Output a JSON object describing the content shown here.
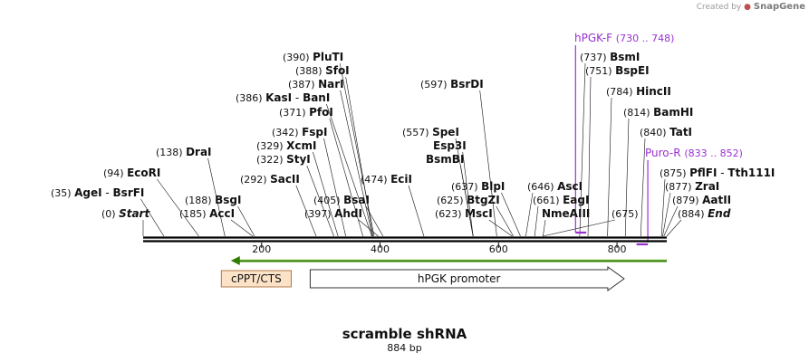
{
  "credit": {
    "prefix": "Created by",
    "brand": "SnapGene"
  },
  "map": {
    "title": "scramble shRNA",
    "length_label": "884 bp",
    "total_bp": 884,
    "ticks": [
      {
        "bp": 200,
        "label": "200"
      },
      {
        "bp": 400,
        "label": "400"
      },
      {
        "bp": 600,
        "label": "600"
      },
      {
        "bp": 800,
        "label": "800"
      }
    ]
  },
  "colors": {
    "backbone": "#000000",
    "primer": "#9b30d0",
    "arrow_green": "#2e7d00",
    "arrow_green_light": "#b8e08a",
    "cppt_fill": "#fce3c8",
    "cppt_border": "#b07848"
  },
  "sites": [
    {
      "pos": "(0)",
      "name": "Start",
      "italic": true,
      "bp": 0
    },
    {
      "pos": "(35)",
      "name": "AgeI",
      "name2": "BsrFI",
      "bp": 35
    },
    {
      "pos": "(94)",
      "name": "EcoRI",
      "bp": 94
    },
    {
      "pos": "(138)",
      "name": "DraI",
      "bp": 138
    },
    {
      "pos": "(185)",
      "name": "AccI",
      "bp": 185
    },
    {
      "pos": "(188)",
      "name": "BsgI",
      "bp": 188
    },
    {
      "pos": "(292)",
      "name": "SacII",
      "bp": 292
    },
    {
      "pos": "(322)",
      "name": "StyI",
      "bp": 322
    },
    {
      "pos": "(329)",
      "name": "XcmI",
      "bp": 329
    },
    {
      "pos": "(342)",
      "name": "FspI",
      "bp": 342
    },
    {
      "pos": "(371)",
      "name": "PfoI",
      "bp": 371
    },
    {
      "pos": "(386)",
      "name": "KasI",
      "name2": "BanI",
      "bp": 386
    },
    {
      "pos": "(387)",
      "name": "NarI",
      "bp": 387
    },
    {
      "pos": "(388)",
      "name": "SfoI",
      "bp": 388
    },
    {
      "pos": "(390)",
      "name": "PluTI",
      "bp": 390
    },
    {
      "pos": "(397)",
      "name": "AhdI",
      "bp": 397
    },
    {
      "pos": "(405)",
      "name": "BsaI",
      "bp": 405
    },
    {
      "pos": "(474)",
      "name": "EciI",
      "bp": 474
    },
    {
      "pos": "(557)",
      "name": "SpeI",
      "bp": 557
    },
    {
      "pos": "",
      "name": "Esp3I",
      "bp": 557
    },
    {
      "pos": "",
      "name": "BsmBI",
      "bp": 557
    },
    {
      "pos": "(597)",
      "name": "BsrDI",
      "bp": 597
    },
    {
      "pos": "(623)",
      "name": "MscI",
      "bp": 623
    },
    {
      "pos": "(625)",
      "name": "BtgZI",
      "bp": 625
    },
    {
      "pos": "(637)",
      "name": "BlpI",
      "bp": 637
    },
    {
      "pos": "(646)",
      "name": "AscI",
      "bp": 646
    },
    {
      "pos": "(661)",
      "name": "EagI",
      "bp": 661
    },
    {
      "pos": "",
      "name": "NmeAIII",
      "bp": 675
    },
    {
      "pos": "(675)",
      "name": "",
      "bp": 675
    },
    {
      "pos": "(737)",
      "name": "BsmI",
      "bp": 737
    },
    {
      "pos": "(751)",
      "name": "BspEI",
      "bp": 751
    },
    {
      "pos": "(784)",
      "name": "HincII",
      "bp": 784
    },
    {
      "pos": "(814)",
      "name": "BamHI",
      "bp": 814
    },
    {
      "pos": "(840)",
      "name": "TatI",
      "bp": 840
    },
    {
      "pos": "(875)",
      "name": "PflFI",
      "name2": "Tth111I",
      "bp": 875
    },
    {
      "pos": "(877)",
      "name": "ZraI",
      "bp": 877
    },
    {
      "pos": "(879)",
      "name": "AatII",
      "bp": 879
    },
    {
      "pos": "(884)",
      "name": "End",
      "italic": true,
      "bp": 884
    }
  ],
  "primers": [
    {
      "name": "hPGK-F",
      "range": "(730 .. 748)",
      "start": 730,
      "end": 748,
      "strand": "forward"
    },
    {
      "name": "Puro-R",
      "range": "(833 .. 852)",
      "start": 833,
      "end": 852,
      "strand": "reverse"
    }
  ],
  "features": [
    {
      "name": "cPPT/CTS",
      "type": "box",
      "start": 132,
      "end": 250
    },
    {
      "name": "hPGK promoter",
      "type": "arrow-right",
      "start": 282,
      "end": 812
    },
    {
      "name": "",
      "type": "arrow-left-green",
      "start": 148,
      "end": 884
    }
  ]
}
